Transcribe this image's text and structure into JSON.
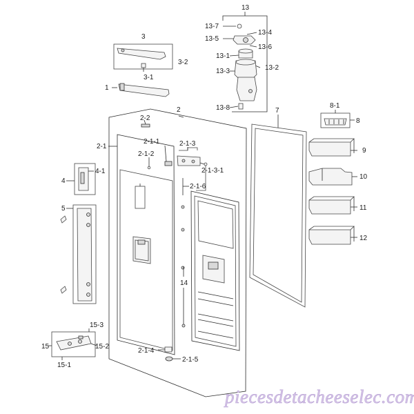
{
  "labels": {
    "p13": "13",
    "p13_7": "13-7",
    "p13_5": "13-5",
    "p13_4": "13-4",
    "p13_6": "13-6",
    "p13_1": "13-1",
    "p13_2": "13-2",
    "p13_3": "13-3",
    "p13_8": "13-8",
    "p3": "3",
    "p3_2": "3-2",
    "p3_1": "3-1",
    "p1": "1",
    "p2": "2",
    "p2_2": "2-2",
    "p2_1": "2-1",
    "p2_1_1": "2-1-1",
    "p2_1_2": "2-1-2",
    "p2_1_3": "2-1-3",
    "p2_1_3_1": "2-1-3-1",
    "p2_1_6": "2-1-6",
    "p2_1_4": "2-1-4",
    "p2_1_5": "2-1-5",
    "p4": "4",
    "p4_1": "4-1",
    "p5": "5",
    "p7": "7",
    "p8": "8",
    "p8_1": "8-1",
    "p9": "9",
    "p10": "10",
    "p11": "11",
    "p12": "12",
    "p14": "14",
    "p15": "15",
    "p15_1": "15-1",
    "p15_2": "15-2",
    "p15_3": "15-3"
  },
  "watermark": "piecesdetacheeselec.com",
  "colors": {
    "line": "#2a2a2a",
    "watermark_fill": "#d7c6e8",
    "watermark_stroke": "#b7a0d4"
  }
}
